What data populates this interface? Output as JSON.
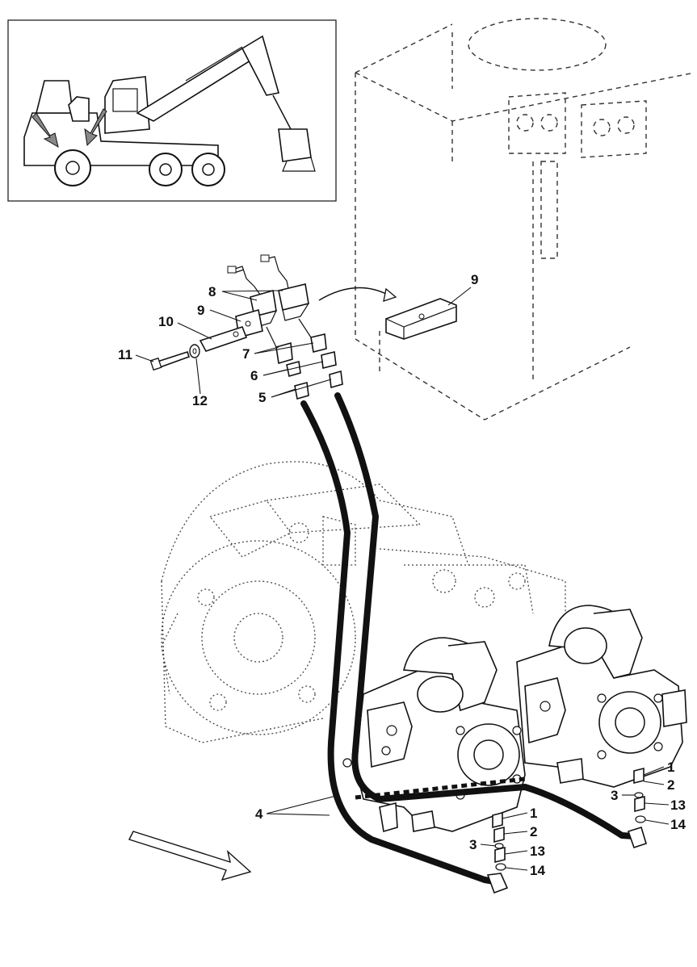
{
  "callouts": {
    "c1a": "1",
    "c2a": "2",
    "c3a": "3",
    "c13a": "13",
    "c14a": "14",
    "c1b": "1",
    "c2b": "2",
    "c3b": "3",
    "c13b": "13",
    "c14b": "14",
    "c4": "4",
    "c5": "5",
    "c6": "6",
    "c7": "7",
    "c8": "8",
    "c9a": "9",
    "c9b": "9",
    "c10": "10",
    "c11": "11",
    "c12": "12"
  }
}
